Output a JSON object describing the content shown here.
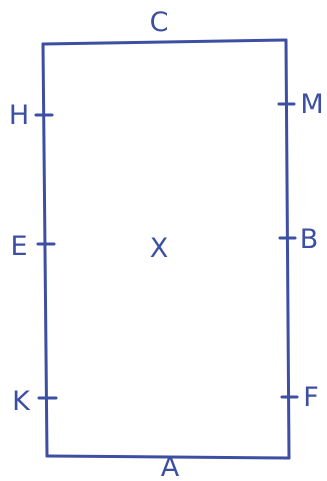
{
  "diagram": {
    "ink_color": "#3d4fa3",
    "labels": {
      "top": "C",
      "bottom": "A",
      "left_upper": "H",
      "left_middle": "E",
      "left_lower": "K",
      "right_upper": "M",
      "right_middle": "B",
      "right_lower": "F",
      "center": "X"
    }
  }
}
